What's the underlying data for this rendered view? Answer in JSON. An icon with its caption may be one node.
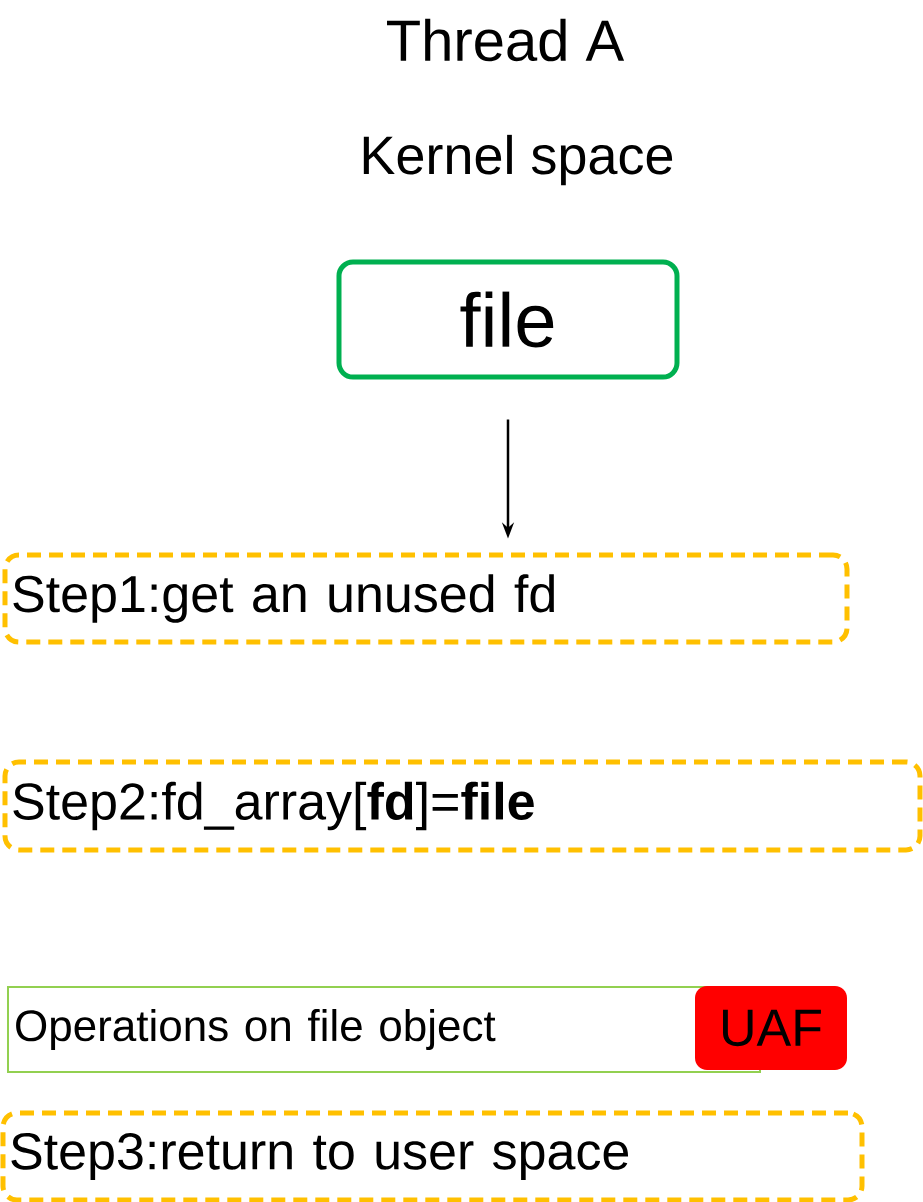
{
  "diagram": {
    "title": "Thread A",
    "nodes": [
      {
        "text": [
          "file"
        ]
      },
      {
        "text": [
          "Step1:get an unused fd"
        ]
      },
      {
        "text": [
          "Step2:fd_array[**fd**]=**file**"
        ]
      },
      {
        "text": [
          "Operations on file object"
        ]
      },
      {
        "text": [
          "UAF"
        ]
      },
      {
        "text": [
          "Step3:return to user space"
        ]
      }
    ],
    "edges": [
      {
        "from": 0,
        "to": 1,
        "arrow": "to"
      }
    ],
    "labels": [
      "Kernel space"
    ]
  }
}
